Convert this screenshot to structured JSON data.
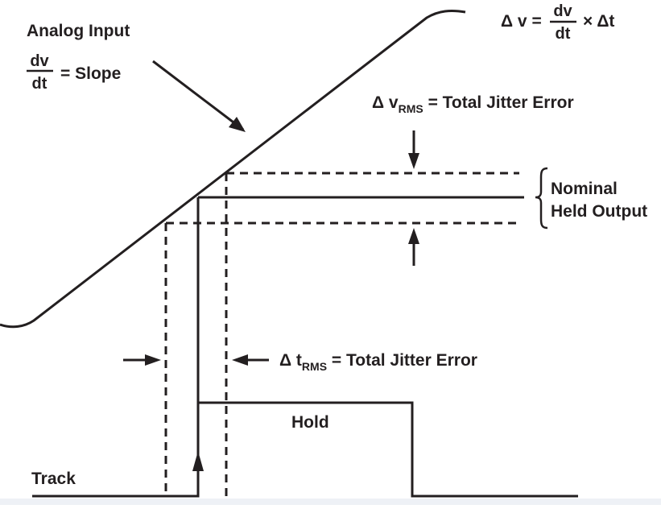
{
  "labels": {
    "analog_input": "Analog Input",
    "dv": "dv",
    "dt": "dt",
    "slope_text": "= Slope",
    "formula_lhs": "Δ v =",
    "formula_dv": "dv",
    "formula_dt": "dt",
    "formula_rhs": "× Δt",
    "v_jitter_prefix": "Δ v",
    "v_jitter_sub": "RMS",
    "v_jitter_suffix": " = Total Jitter Error",
    "nominal": "Nominal",
    "held_output": "Held Output",
    "t_jitter_prefix": "Δ t",
    "t_jitter_sub": "RMS",
    "t_jitter_suffix": " = Total Jitter Error",
    "hold": "Hold",
    "track": "Track"
  },
  "colors": {
    "ink": "#231f20",
    "background": "#ffffff",
    "bottom_strip": "#eef1f6"
  }
}
